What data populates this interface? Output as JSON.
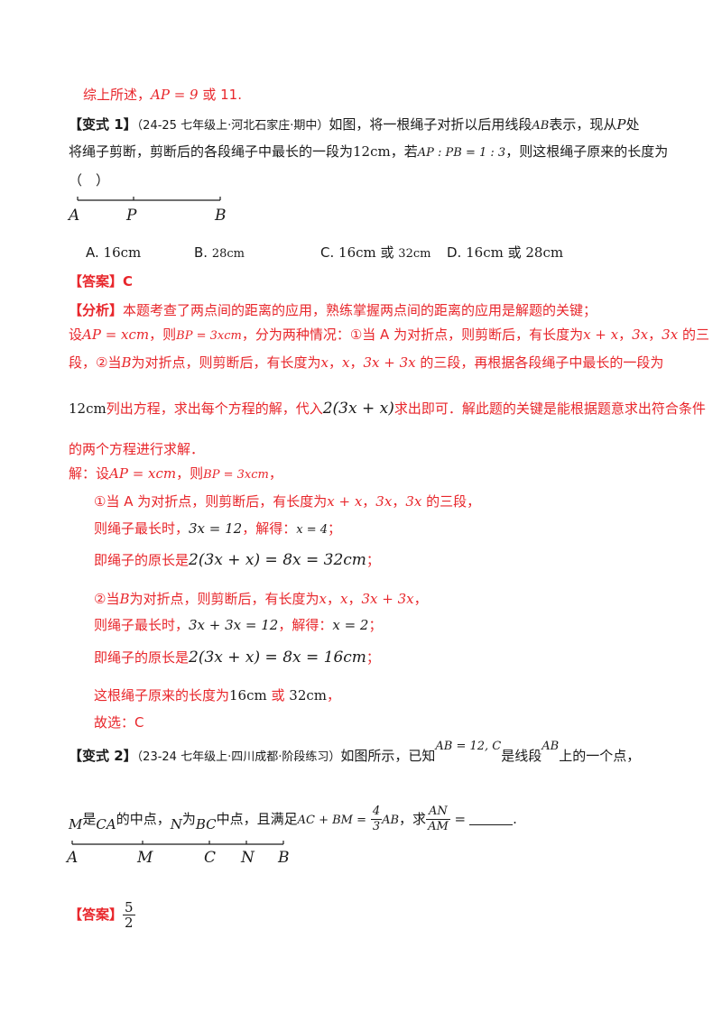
{
  "summary": {
    "prefix": "综上所述，",
    "expr": "AP = 9",
    "or": " 或 ",
    "value": "11",
    "end": "."
  },
  "v1": {
    "tag": "【变式 1】",
    "source": "（24-25 七年级上·河北石家庄·期中）",
    "q1": "如图，将一根绳子对折以后用线段",
    "q1_ab": "AB",
    "q1_b": "表示，现从",
    "q1_p": "P",
    "q1_c": "处",
    "q2": "将绳子剪断，剪断后的各段绳子中最长的一段为",
    "q2_len": "12cm",
    "q2_b": "，若",
    "q2_ratio": "AP : PB = 1 : 3",
    "q2_c": "，则这根绳子原来的长度为",
    "paren": "（　）",
    "fig": {
      "a": "A",
      "p": "P",
      "b": "B"
    },
    "options": {
      "a_label": "A.",
      "a_text": "16cm",
      "b_label": "B.",
      "b_text": "28cm",
      "c_label": "C.",
      "c_text1": "16cm",
      "c_or": " 或 ",
      "c_text2": "32cm",
      "d_label": "D.",
      "d_text1": "16cm",
      "d_or": " 或 ",
      "d_text2": "28cm"
    },
    "answer_tag": "【答案】",
    "answer": "C",
    "analysis_tag": "【分析】",
    "a1": "本题考查了两点间的距离的应用，熟练掌握两点间的距离的应用是解题的关键；",
    "a2_1": "设",
    "a2_ap": "AP = xcm",
    "a2_2": "，则",
    "a2_bp": "BP = 3xcm",
    "a2_3": "，分为两种情况：①当 A 为对折点，则剪断后，有长度为",
    "a2_xx": "x + x",
    "a2_4": "，",
    "a2_3x": "3x",
    "a2_5": "，",
    "a2_3x2": "3x",
    "a2_6": " 的三",
    "a3_1": "段，②当",
    "a3_b": "B",
    "a3_2": "为对折点，则剪断后，有长度为",
    "a3_x": "x",
    "a3_3": "，",
    "a3_x2": "x",
    "a3_4": "，",
    "a3_sum": "3x + 3x",
    "a3_5": " 的三段，再根据各段绳子中最长的一段为",
    "a4_len": "12cm",
    "a4_1": "列出方程，求出每个方程的解，代入",
    "a4_expr": "2(3x + x)",
    "a4_2": "求出即可．解此题的关键是能根据题意求出符合条件",
    "a5": "的两个方程进行求解．",
    "s0_1": "解：设",
    "s0_ap": "AP = xcm",
    "s0_2": "，则",
    "s0_bp": "BP = 3xcm",
    "s0_3": "，",
    "s1_1": "①当 A 为对折点，则剪断后，有长度为",
    "s1_xx": "x + x",
    "s1_2": "，",
    "s1_3x": "3x",
    "s1_3": "，",
    "s1_3x2": "3x",
    "s1_4": " 的三段，",
    "s2_1": "则绳子最长时，",
    "s2_eq": "3x = 12",
    "s2_2": "，解得：",
    "s2_sol": "x = 4",
    "s2_3": "；",
    "s3_1": "即绳子的原长是",
    "s3_eq": "2(3x + x) = 8x = 32cm",
    "s3_2": "；",
    "s4_1": "②当",
    "s4_b": "B",
    "s4_2": "为对折点，则剪断后，有长度为",
    "s4_x": "x",
    "s4_3": "，",
    "s4_x2": "x",
    "s4_4": "，",
    "s4_sum": "3x + 3x",
    "s4_5": "，",
    "s5_1": "则绳子最长时，",
    "s5_eq": "3x + 3x = 12",
    "s5_2": "，解得：",
    "s5_sol": "x = 2",
    "s5_3": "；",
    "s6_1": "即绳子的原长是",
    "s6_eq": "2(3x + x) = 8x = 16cm",
    "s6_2": "；",
    "s7_1": "这根绳子原来的长度为",
    "s7_a": "16cm",
    "s7_or": " 或 ",
    "s7_b": "32cm",
    "s7_2": "，",
    "s8": "故选：C"
  },
  "v2": {
    "tag": "【变式 2】",
    "source": "（23-24 七年级上·四川成都·阶段练习）",
    "q1": "如图所示，已知",
    "q1_eq": "AB = 12, C",
    "q1_b": "是线段",
    "q1_ab": "AB",
    "q1_c": "上的一个点，",
    "q2_m": "M",
    "q2_1": "是",
    "q2_ca": "CA",
    "q2_2": "的中点，",
    "q2_n": "N",
    "q2_3": "为",
    "q2_bc": "BC",
    "q2_4": "中点，且满足",
    "q2_lhs": "AC + BM =",
    "q2_fn": "4",
    "q2_fd": "3",
    "q2_ab": "AB",
    "q2_5": "，求",
    "q2_rn": "AN",
    "q2_rd": "AM",
    "q2_eq": " =",
    "q2_end": ".",
    "fig": {
      "a": "A",
      "m": "M",
      "c": "C",
      "n": "N",
      "b": "B"
    },
    "answer_tag": "【答案】",
    "ans_n": "5",
    "ans_d": "2"
  }
}
